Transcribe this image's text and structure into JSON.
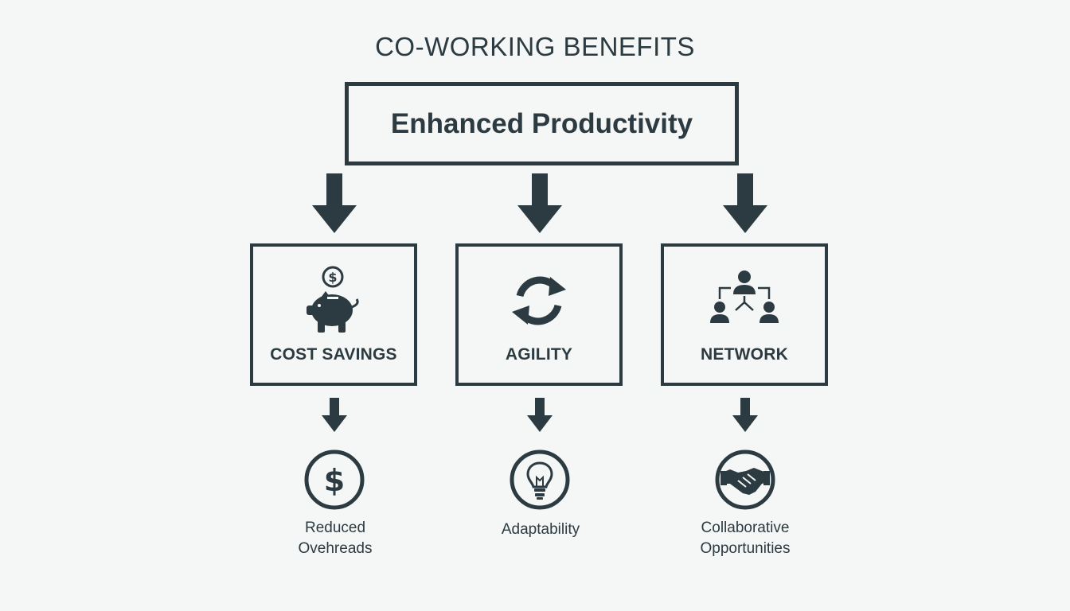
{
  "diagram": {
    "title": "CO-WORKING BENEFITS",
    "root": {
      "label": "Enhanced Productivity"
    },
    "branches": [
      {
        "label": "COST SAVINGS",
        "icon": "piggy-bank-icon",
        "outcome": {
          "icon": "dollar-circle-icon",
          "lines": [
            "Reduced",
            "Ovehreads"
          ]
        }
      },
      {
        "label": "AGILITY",
        "icon": "cycle-arrows-icon",
        "outcome": {
          "icon": "lightbulb-circle-icon",
          "lines": [
            "Adaptability"
          ]
        }
      },
      {
        "label": "NETWORK",
        "icon": "people-network-icon",
        "outcome": {
          "icon": "handshake-circle-icon",
          "lines": [
            "Collaborative",
            "Opportunities"
          ]
        }
      }
    ],
    "colors": {
      "ink": "#2c3b41",
      "background": "#f5f6f6"
    }
  }
}
